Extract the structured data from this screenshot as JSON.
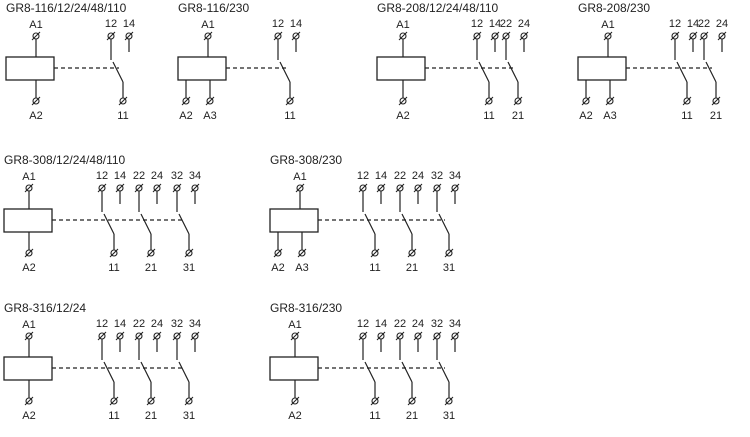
{
  "diagrams": [
    {
      "title": "GR8-116/12/24/48/110",
      "coil": {
        "top": "A1",
        "bottom": [
          "A2"
        ]
      },
      "contacts": [
        {
          "no": "12",
          "nc": "14",
          "com": "11"
        }
      ]
    },
    {
      "title": "GR8-116/230",
      "coil": {
        "top": "A1",
        "bottom": [
          "A2",
          "A3"
        ]
      },
      "contacts": [
        {
          "no": "12",
          "nc": "14",
          "com": "11"
        }
      ]
    },
    {
      "title": "GR8-208/12/24/48/110",
      "coil": {
        "top": "A1",
        "bottom": [
          "A2"
        ]
      },
      "contacts": [
        {
          "no": "12",
          "nc": "14",
          "com": "11"
        },
        {
          "no": "22",
          "nc": "24",
          "com": "21"
        }
      ]
    },
    {
      "title": "GR8-208/230",
      "coil": {
        "top": "A1",
        "bottom": [
          "A2",
          "A3"
        ]
      },
      "contacts": [
        {
          "no": "12",
          "nc": "14",
          "com": "11"
        },
        {
          "no": "22",
          "nc": "24",
          "com": "21"
        }
      ]
    },
    {
      "title": "GR8-308/12/24/48/110",
      "coil": {
        "top": "A1",
        "bottom": [
          "A2"
        ]
      },
      "contacts": [
        {
          "no": "12",
          "nc": "14",
          "com": "11"
        },
        {
          "no": "22",
          "nc": "24",
          "com": "21"
        },
        {
          "no": "32",
          "nc": "34",
          "com": "31"
        }
      ]
    },
    {
      "title": "GR8-308/230",
      "coil": {
        "top": "A1",
        "bottom": [
          "A2",
          "A3"
        ]
      },
      "contacts": [
        {
          "no": "12",
          "nc": "14",
          "com": "11"
        },
        {
          "no": "22",
          "nc": "24",
          "com": "21"
        },
        {
          "no": "32",
          "nc": "34",
          "com": "31"
        }
      ]
    },
    {
      "title": "GR8-316/12/24",
      "coil": {
        "top": "A1",
        "bottom": [
          "A2"
        ]
      },
      "contacts": [
        {
          "no": "12",
          "nc": "14",
          "com": "11"
        },
        {
          "no": "22",
          "nc": "24",
          "com": "21"
        },
        {
          "no": "32",
          "nc": "34",
          "com": "31"
        }
      ]
    },
    {
      "title": "GR8-316/230",
      "coil": {
        "top": "A1",
        "bottom": [
          "A2"
        ]
      },
      "contacts": [
        {
          "no": "12",
          "nc": "14",
          "com": "11"
        },
        {
          "no": "22",
          "nc": "24",
          "com": "21"
        },
        {
          "no": "32",
          "nc": "34",
          "com": "31"
        }
      ]
    }
  ],
  "colors": {
    "stroke": "#222222",
    "background": "#ffffff"
  }
}
